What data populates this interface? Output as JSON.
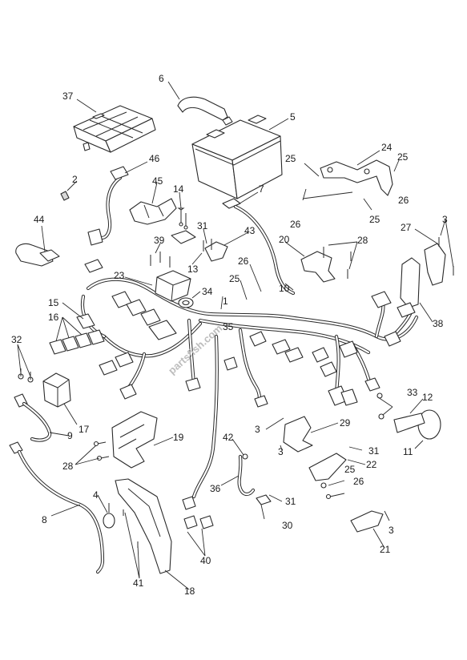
{
  "watermark": "partsfish.com",
  "callouts": [
    {
      "id": "c1",
      "text": "1"
    },
    {
      "id": "c2",
      "text": "2"
    },
    {
      "id": "c3a",
      "text": "3"
    },
    {
      "id": "c3b",
      "text": "3"
    },
    {
      "id": "c3c",
      "text": "3"
    },
    {
      "id": "c3d",
      "text": "3"
    },
    {
      "id": "c4",
      "text": "4"
    },
    {
      "id": "c5",
      "text": "5"
    },
    {
      "id": "c6",
      "text": "6"
    },
    {
      "id": "c7",
      "text": "7"
    },
    {
      "id": "c8",
      "text": "8"
    },
    {
      "id": "c9",
      "text": "9"
    },
    {
      "id": "c10",
      "text": "10"
    },
    {
      "id": "c11",
      "text": "11"
    },
    {
      "id": "c12",
      "text": "12"
    },
    {
      "id": "c13",
      "text": "13"
    },
    {
      "id": "c14",
      "text": "14"
    },
    {
      "id": "c15",
      "text": "15"
    },
    {
      "id": "c16",
      "text": "16"
    },
    {
      "id": "c17",
      "text": "17"
    },
    {
      "id": "c18",
      "text": "18"
    },
    {
      "id": "c19",
      "text": "19"
    },
    {
      "id": "c20",
      "text": "20"
    },
    {
      "id": "c21",
      "text": "21"
    },
    {
      "id": "c22",
      "text": "22"
    },
    {
      "id": "c23",
      "text": "23"
    },
    {
      "id": "c24",
      "text": "24"
    },
    {
      "id": "c25a",
      "text": "25"
    },
    {
      "id": "c25b",
      "text": "25"
    },
    {
      "id": "c25c",
      "text": "25"
    },
    {
      "id": "c25d",
      "text": "25"
    },
    {
      "id": "c25e",
      "text": "25"
    },
    {
      "id": "c26a",
      "text": "26"
    },
    {
      "id": "c26b",
      "text": "26"
    },
    {
      "id": "c26c",
      "text": "26"
    },
    {
      "id": "c26d",
      "text": "26"
    },
    {
      "id": "c27",
      "text": "27"
    },
    {
      "id": "c28a",
      "text": "28"
    },
    {
      "id": "c28b",
      "text": "28"
    },
    {
      "id": "c29",
      "text": "29"
    },
    {
      "id": "c30",
      "text": "30"
    },
    {
      "id": "c31a",
      "text": "31"
    },
    {
      "id": "c31b",
      "text": "31"
    },
    {
      "id": "c31c",
      "text": "31"
    },
    {
      "id": "c32",
      "text": "32"
    },
    {
      "id": "c33",
      "text": "33"
    },
    {
      "id": "c34",
      "text": "34"
    },
    {
      "id": "c35",
      "text": "35"
    },
    {
      "id": "c36",
      "text": "36"
    },
    {
      "id": "c37",
      "text": "37"
    },
    {
      "id": "c38",
      "text": "38"
    },
    {
      "id": "c39",
      "text": "39"
    },
    {
      "id": "c40",
      "text": "40"
    },
    {
      "id": "c41",
      "text": "41"
    },
    {
      "id": "c42",
      "text": "42"
    },
    {
      "id": "c43",
      "text": "43"
    },
    {
      "id": "c44",
      "text": "44"
    },
    {
      "id": "c45",
      "text": "45"
    },
    {
      "id": "c46",
      "text": "46"
    }
  ]
}
